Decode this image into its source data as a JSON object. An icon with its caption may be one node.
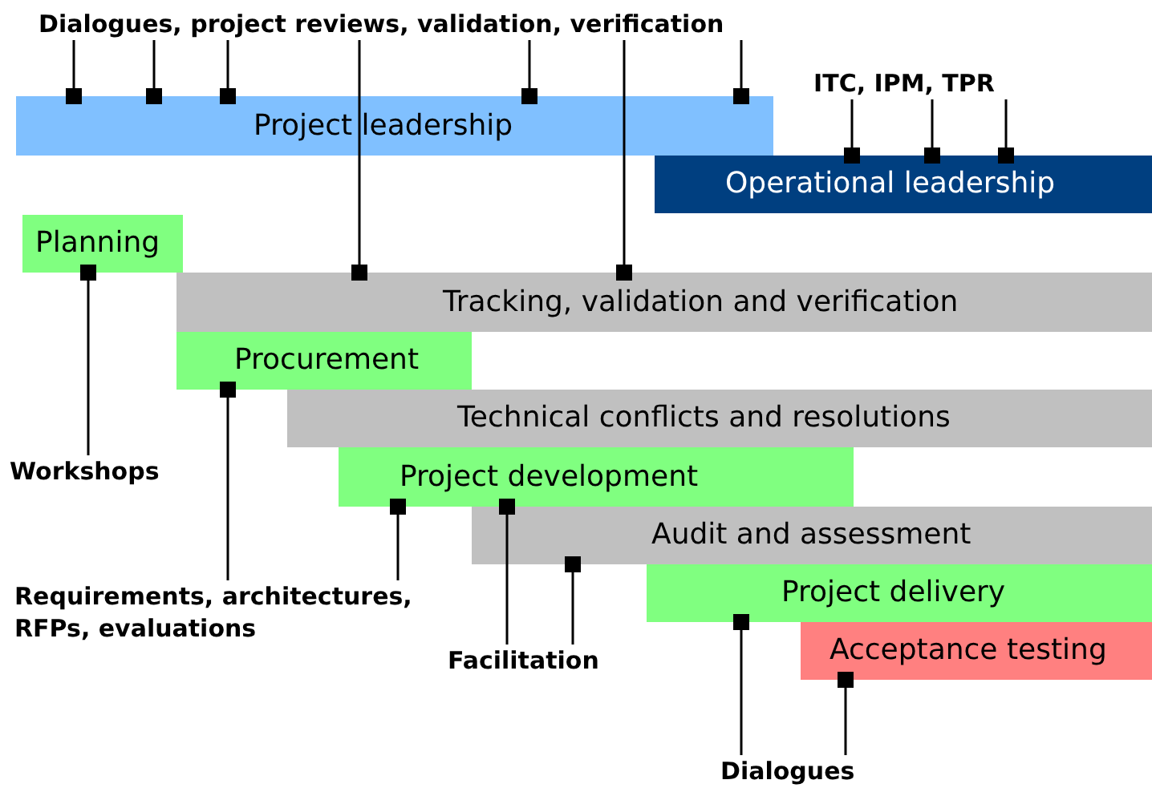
{
  "diagram": {
    "nodes": [
      {
        "text": [
          "Dialogues, project reviews, validation, verification"
        ]
      },
      {
        "text": [
          "Project leadership"
        ]
      },
      {
        "text": [
          "ITC, IPM, TPR"
        ]
      },
      {
        "text": [
          "Operational leadership"
        ]
      },
      {
        "text": [
          "Planning"
        ]
      },
      {
        "text": [
          "Tracking, validation and verification"
        ]
      },
      {
        "text": [
          "Procurement"
        ]
      },
      {
        "text": [
          "Technical conflicts and resolutions"
        ]
      },
      {
        "text": [
          "Workshops"
        ]
      },
      {
        "text": [
          "Project development"
        ]
      },
      {
        "text": [
          "Audit and assessment"
        ]
      },
      {
        "text": [
          "Requirements, architectures, RFPs, evaluations"
        ]
      },
      {
        "text": [
          "Project delivery"
        ]
      },
      {
        "text": [
          "Facilitation"
        ]
      },
      {
        "text": [
          "Acceptance testing"
        ]
      },
      {
        "text": [
          "Dialogues"
        ]
      }
    ],
    "edges": [
      {
        "from": 0,
        "to": 1,
        "arrow": "other"
      },
      {
        "from": 0,
        "to": 1,
        "arrow": "other"
      },
      {
        "from": 0,
        "to": 1,
        "arrow": "other"
      },
      {
        "from": 0,
        "to": 5,
        "arrow": "other"
      },
      {
        "from": 0,
        "to": 1,
        "arrow": "other"
      },
      {
        "from": 0,
        "to": 5,
        "arrow": "other"
      },
      {
        "from": 0,
        "to": 1,
        "arrow": "other"
      },
      {
        "from": 2,
        "to": 3,
        "arrow": "other"
      },
      {
        "from": 2,
        "to": 3,
        "arrow": "other"
      },
      {
        "from": 2,
        "to": 3,
        "arrow": "other"
      },
      {
        "from": 8,
        "to": 4,
        "arrow": "other"
      },
      {
        "from": 11,
        "to": 6,
        "arrow": "other"
      },
      {
        "from": 11,
        "to": 9,
        "arrow": "other"
      },
      {
        "from": 13,
        "to": 9,
        "arrow": "other"
      },
      {
        "from": 13,
        "to": 10,
        "arrow": "other"
      },
      {
        "from": 15,
        "to": 12,
        "arrow": "other"
      },
      {
        "from": 15,
        "to": 14,
        "arrow": "other"
      }
    ]
  }
}
